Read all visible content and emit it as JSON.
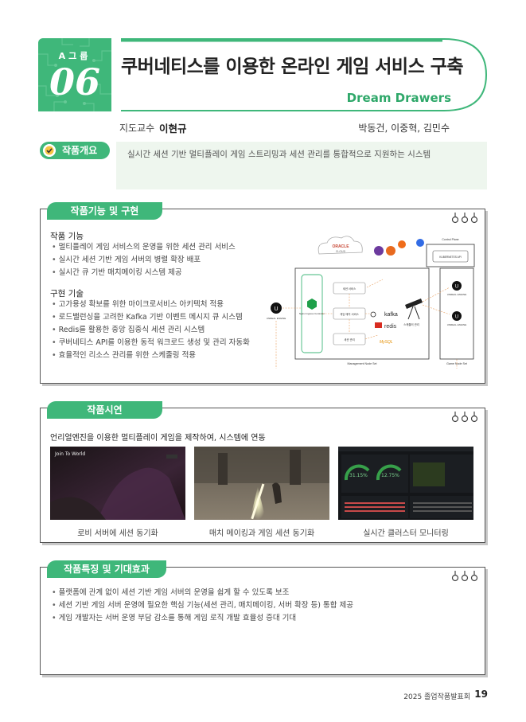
{
  "header": {
    "group": "A그룹",
    "number": "06",
    "title": "쿠버네티스를 이용한 온라인 게임 서비스 구축",
    "team": "Dream Drawers",
    "professor_label": "지도교수",
    "professor_name": "이현규",
    "members": "박동건, 이중혁, 김민수"
  },
  "overview": {
    "label": "작품개요",
    "text": "실시간 세션 기반 멀티플레이 게임 스트리밍과 세션 관리를 통합적으로 지원하는 시스템"
  },
  "features": {
    "title": "작품기능 및 구현",
    "func_head": "작품 기능",
    "func_items": [
      "멀티플레이 게임 서비스의 운영을 위한 세션 관리 서비스",
      "실시간 세션 기반 게임 서버의 병렬 확장 배포",
      "실시간 큐 기반 매치메이킹 시스템 제공"
    ],
    "impl_head": "구현 기술",
    "impl_items": [
      "고가용성 확보를 위한 마이크로서비스 아키텍처 적용",
      "로드밸런싱을 고려한 Kafka 기반 이벤트 메시지 큐 시스템",
      "Redis를 활용한 중앙 집중식 세션 관리 시스템",
      "쿠버네티스 API를 이용한 동적 워크로드 생성 및 관리 자동화",
      "효율적인 리소스 관리를 위한 스케줄링 적용"
    ],
    "diagram": {
      "oracle": "ORACLE",
      "cloud": "CLOUD",
      "control_plane": "Control Plane",
      "k8s_api": "KUBERNETES API",
      "unreal": "UNREAL ENGINE",
      "nginx": "Nginx Ingress Controller",
      "svc1": "세션 서비스",
      "svc2": "게임 매치 서비스",
      "svc3": "세션 관리",
      "kafka": "kafka",
      "redis": "redis",
      "mysql": "MySQL",
      "scheduler": "스케줄러 관리",
      "node1": "Management Node Set",
      "node2": "Game Node Set"
    }
  },
  "demo": {
    "title": "작품시연",
    "description": "언리얼엔진을 이용한 멀티플레이 게임을 제작하여, 시스템에 연동",
    "shot1_text": "Join To World",
    "captions": [
      "로비 서버에 세션 동기화",
      "매치 메이킹과 게임 세션 동기화",
      "실시간 클러스터 모니터링"
    ],
    "gauge1": "31.15%",
    "gauge2": "12.75%"
  },
  "effects": {
    "title": "작품특징 및 기대효과",
    "items": [
      "플랫폼에 관계 없이 세션 기반 게임 서버의 운영을 쉽게 할 수 있도록 보조",
      "세션 기반 게임 서버 운영에 필요한 핵심 기능(세션 관리, 매치메이킹, 서버 확장 등) 통합 제공",
      "게임 개발자는 서버 운영 부담 감소를 통해 게임 로직 개발 효율성 증대 기대"
    ]
  },
  "footer": {
    "text": "2025 졸업작품발표회",
    "page": "19"
  },
  "colors": {
    "accent": "#3fb77a",
    "team": "#2fa86a",
    "overview_bg": "#eef6ee"
  }
}
